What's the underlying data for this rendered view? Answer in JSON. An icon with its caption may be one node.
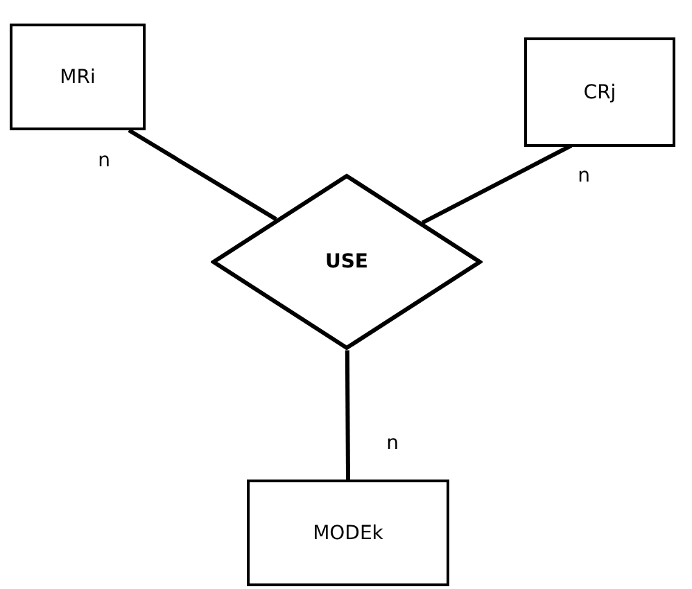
{
  "diagram": {
    "nodes": [
      {
        "text": [
          "MRi"
        ]
      },
      {
        "text": [
          "CRj"
        ]
      },
      {
        "text": [
          "USE"
        ]
      },
      {
        "text": [
          "MODEk"
        ]
      }
    ],
    "edges": [
      {
        "from": 0,
        "to": 2,
        "arrow": "none",
        "label": "n"
      },
      {
        "from": 1,
        "to": 2,
        "arrow": "none",
        "label": "n"
      },
      {
        "from": 3,
        "to": 2,
        "arrow": "none",
        "label": "n"
      }
    ]
  }
}
